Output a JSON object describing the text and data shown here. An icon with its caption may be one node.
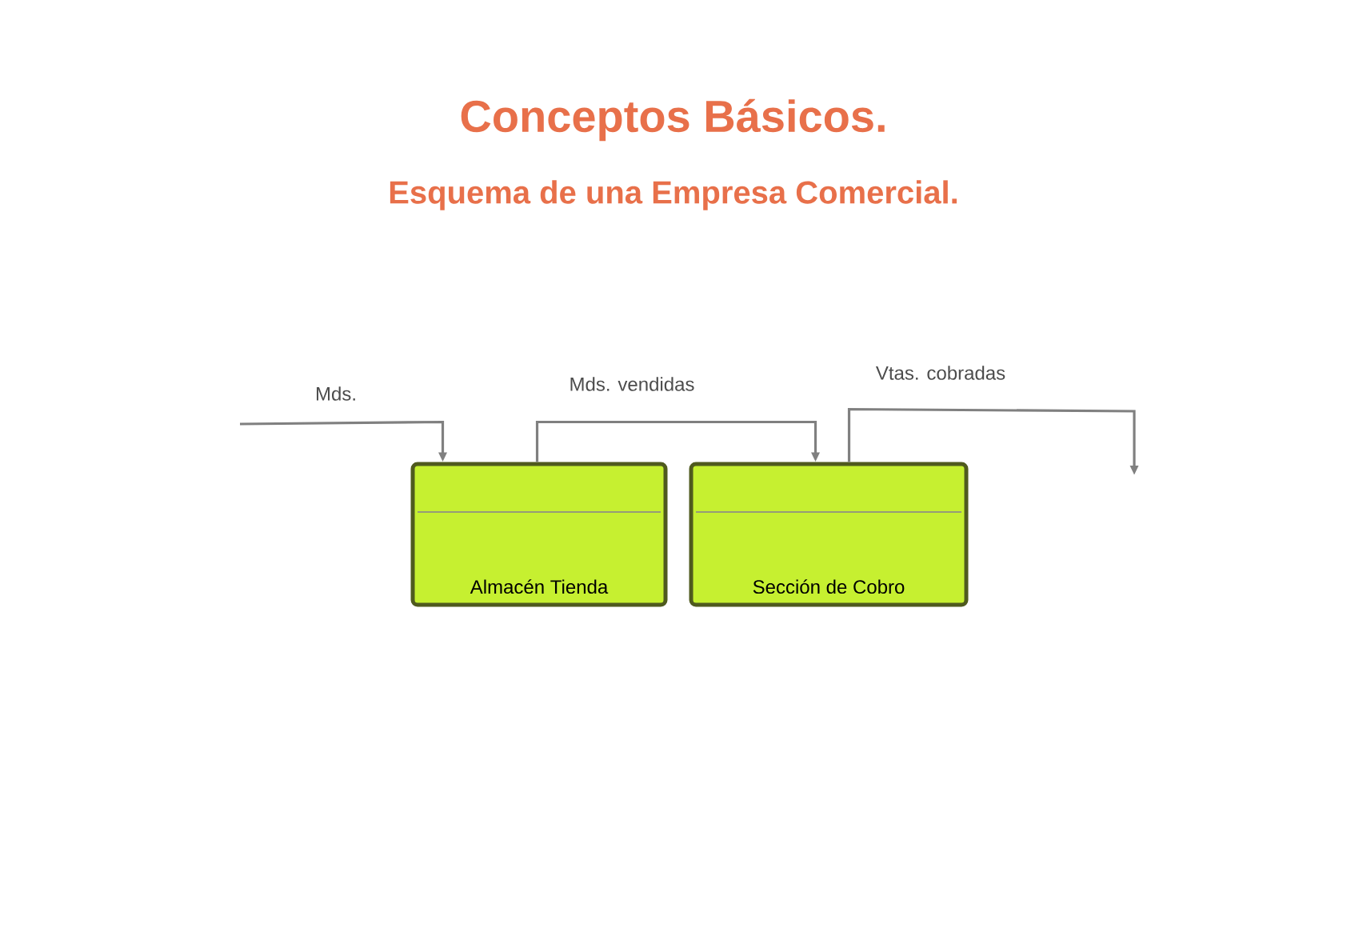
{
  "diagram": {
    "title": "Conceptos Básicos.",
    "nodes": [
      {
        "text": [
          "Almacén Tienda"
        ]
      },
      {
        "text": [
          "Sección de Cobro"
        ]
      }
    ],
    "edges": [
      {
        "from": null,
        "to": 0,
        "arrow": "to",
        "label": "Mds."
      },
      {
        "from": 0,
        "to": 1,
        "arrow": "to",
        "label": "Mds. vendidas"
      },
      {
        "from": 1,
        "to": null,
        "arrow": "to",
        "label": "Vtas. cobradas"
      }
    ],
    "labels": [
      "Esquema  de una  Empresa Comercial."
    ]
  }
}
